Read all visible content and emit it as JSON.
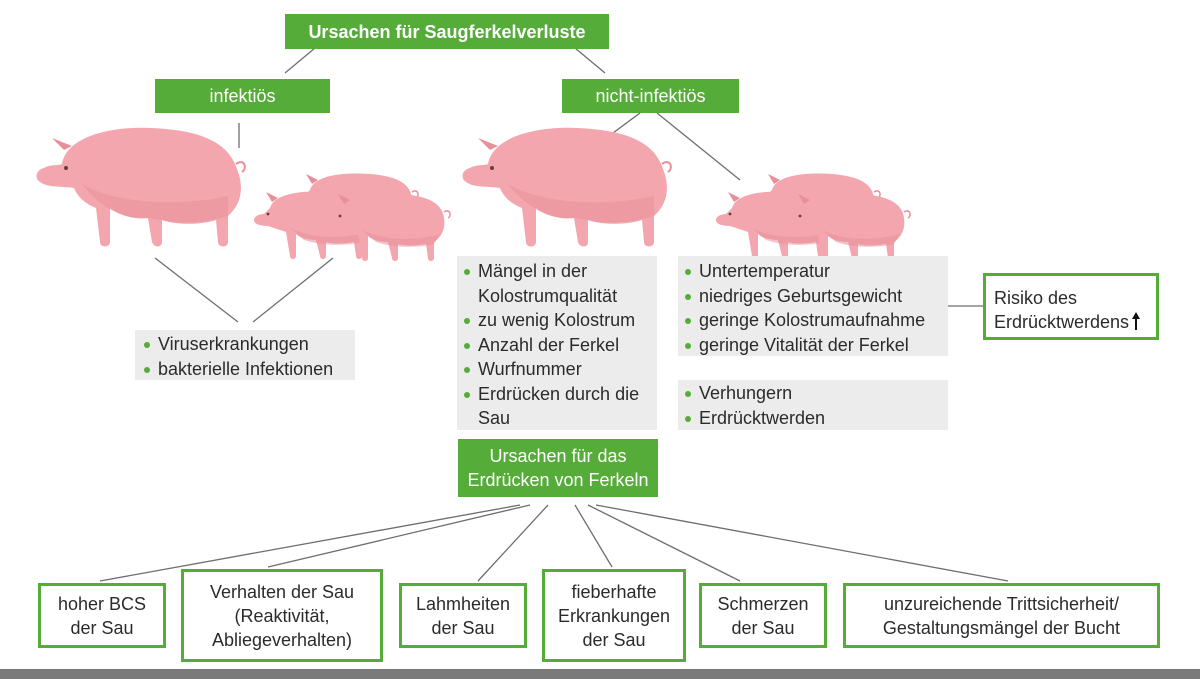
{
  "title": "Ursachen für Saugferkelverluste",
  "branches": {
    "infectious": "infektiös",
    "noninfectious": "nicht-infektiös"
  },
  "infectious_causes": [
    "Viruserkrankungen",
    "bakterielle Infektionen"
  ],
  "sow_causes": [
    "Mängel in der Kolostrumqualität",
    "zu wenig Kolostrum",
    "Anzahl der Ferkel",
    "Wurfnummer",
    "Erdrücken durch die Sau"
  ],
  "piglet_causes": [
    "Untertemperatur",
    "niedriges Geburtsgewicht",
    "geringe Kolostrumaufnahme",
    "geringe Vitalität der Ferkel"
  ],
  "piglet_outcomes": [
    "Verhungern",
    "Erdrücktwerden"
  ],
  "risk_box": {
    "line1": "Risiko des",
    "line2": "Erdrücktwerdens",
    "arrow": "arrow-up-icon"
  },
  "crushing_title": "Ursachen für das Erdrücken von Ferkeln",
  "crushing_causes": [
    "hoher BCS der Sau",
    "Verhalten der Sau (Reaktivität, Abliegeverhalten)",
    "Lahmheiten der Sau",
    "fieberhafte Erkrankungen der Sau",
    "Schmerzen der Sau",
    "unzureichende Trittsicherheit/ Gestaltungsmängel der Bucht"
  ],
  "colors": {
    "green": "#55ac38",
    "grey_box": "#ececec",
    "line": "#6e6e6e",
    "pig_body": "#f4a6ae",
    "pig_shadow": "#e88f9a"
  }
}
